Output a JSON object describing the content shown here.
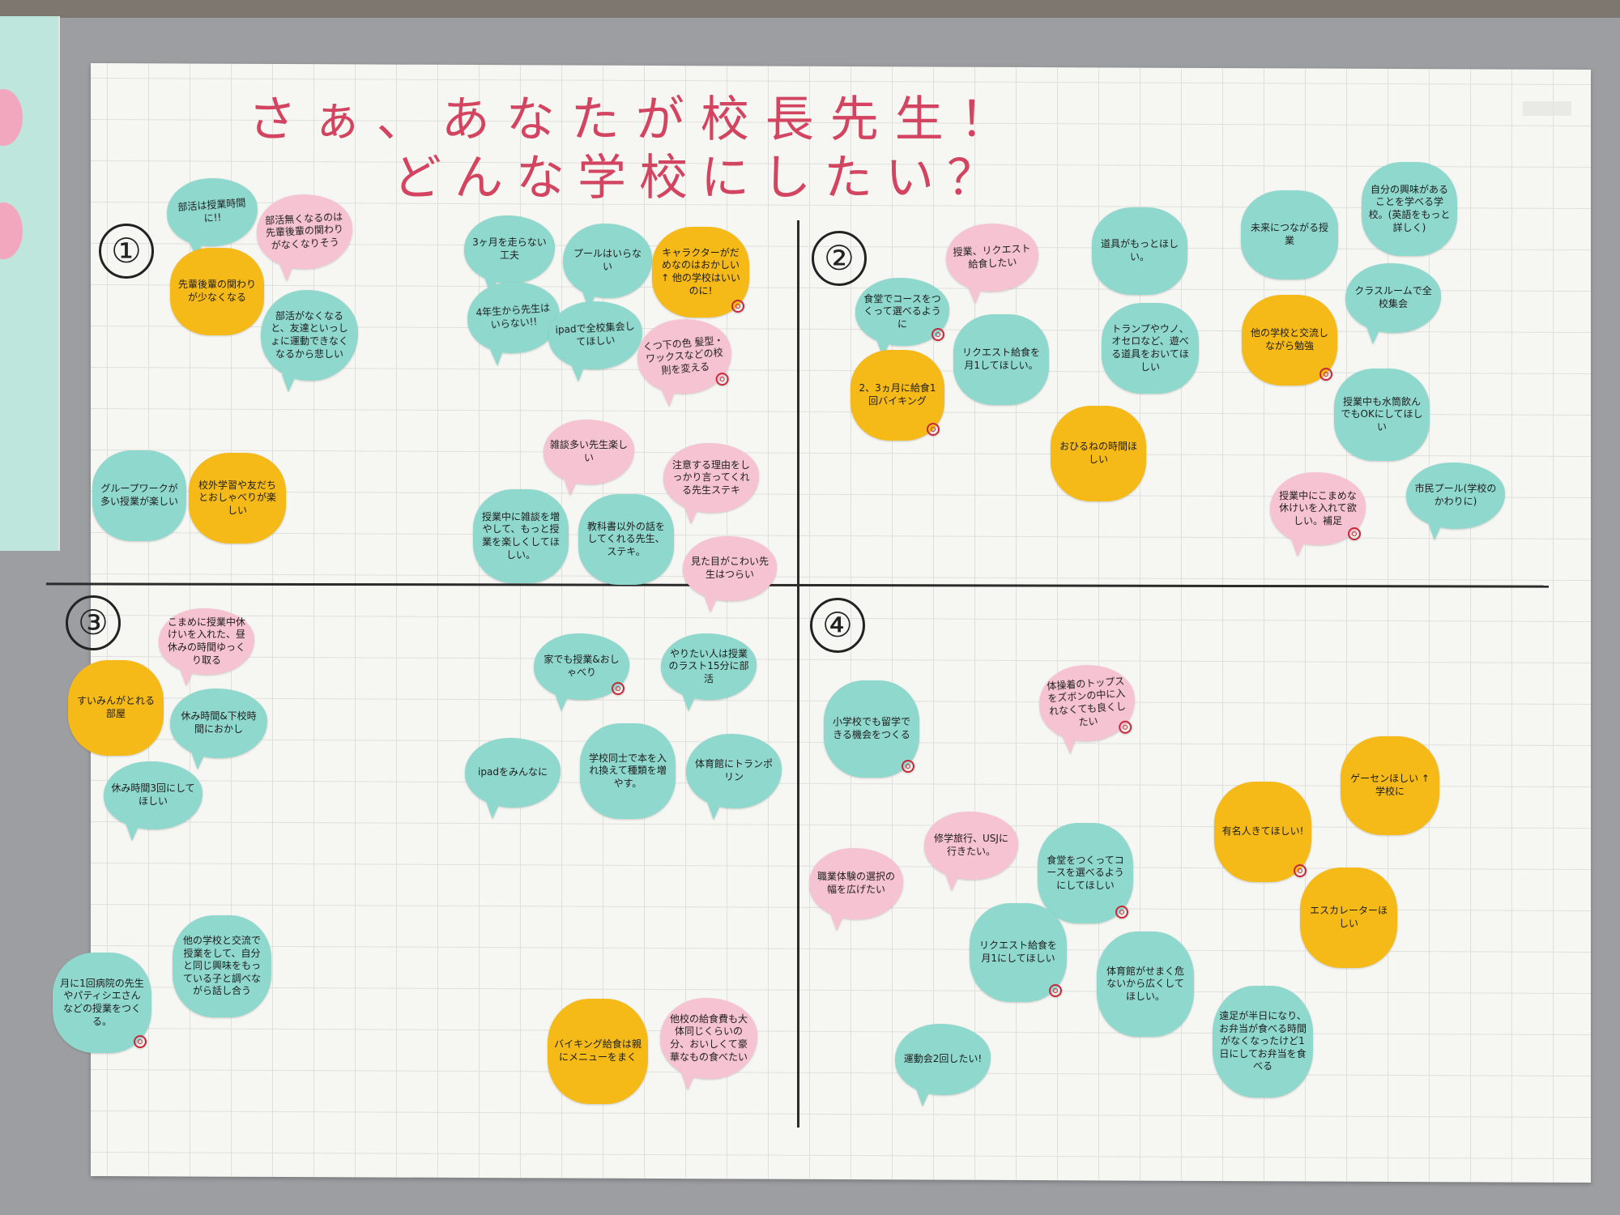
{
  "title": {
    "line1": "さぁ、あなたが校長先生！",
    "line2": "どんな学校にしたい？"
  },
  "quadrants": [
    "①",
    "②",
    "③",
    "④"
  ],
  "colors": {
    "teal": "#8fd8cd",
    "yellow": "#f5b918",
    "pink": "#f6c3d2",
    "title": "#d2445f",
    "mark": "#c8283a"
  },
  "notes": [
    {
      "text": "部活は授業時間に!!",
      "color": "#8fd8cd",
      "marked": false
    },
    {
      "text": "部活無くなるのは先輩後輩の関わりがなくなりそう",
      "color": "#f6c3d2",
      "marked": false
    },
    {
      "text": "先輩後輩の関わりが少なくなる",
      "color": "#f5b918",
      "marked": false
    },
    {
      "text": "部活がなくなると、友達といっしょに運動できなくなるから悲しい",
      "color": "#8fd8cd",
      "marked": false
    },
    {
      "text": "3ヶ月を走らない工夫",
      "color": "#8fd8cd",
      "marked": false
    },
    {
      "text": "4年生から先生はいらない!!",
      "color": "#8fd8cd",
      "marked": false
    },
    {
      "text": "プールはいらない",
      "color": "#8fd8cd",
      "marked": false
    },
    {
      "text": "ipadで全校集会してほしい",
      "color": "#8fd8cd",
      "marked": false
    },
    {
      "text": "キャラクターがだめなのはおかしい ↑ 他の学校はいいのに!",
      "color": "#f5b918",
      "marked": true
    },
    {
      "text": "くつ下の色 髪型・ワックスなどの校則を変える",
      "color": "#f6c3d2",
      "marked": true
    },
    {
      "text": "グループワークが多い授業が楽しい",
      "color": "#8fd8cd",
      "marked": false
    },
    {
      "text": "校外学習や友だちとおしゃべりが楽しい",
      "color": "#f5b918",
      "marked": false
    },
    {
      "text": "雑談多い先生楽しい",
      "color": "#f6c3d2",
      "marked": false
    },
    {
      "text": "注意する理由をしっかり言ってくれる先生ステキ",
      "color": "#f6c3d2",
      "marked": false
    },
    {
      "text": "授業中に雑談を増やして、もっと授業を楽しくしてほしい。",
      "color": "#8fd8cd",
      "marked": false
    },
    {
      "text": "教科書以外の話をしてくれる先生、ステキ。",
      "color": "#8fd8cd",
      "marked": false
    },
    {
      "text": "見た目がこわい先生はつらい",
      "color": "#f6c3d2",
      "marked": false
    },
    {
      "text": "授業、リクエスト給食したい",
      "color": "#f6c3d2",
      "marked": false
    },
    {
      "text": "食堂でコースをつくって選べるように",
      "color": "#8fd8cd",
      "marked": true
    },
    {
      "text": "リクエスト給食を月1してほしい。",
      "color": "#8fd8cd",
      "marked": false
    },
    {
      "text": "2、3ヵ月に給食1回バイキング",
      "color": "#f5b918",
      "marked": true
    },
    {
      "text": "道具がもっとほしい。",
      "color": "#8fd8cd",
      "marked": false
    },
    {
      "text": "トランプやウノ、オセロなど、遊べる道具をおいてほしい",
      "color": "#8fd8cd",
      "marked": false
    },
    {
      "text": "おひるねの時間ほしい",
      "color": "#f5b918",
      "marked": false
    },
    {
      "text": "未来につながる授業",
      "color": "#8fd8cd",
      "marked": false
    },
    {
      "text": "自分の興味があることを学べる学校。(英語をもっと詳しく)",
      "color": "#8fd8cd",
      "marked": false
    },
    {
      "text": "クラスルームで全校集会",
      "color": "#8fd8cd",
      "marked": false
    },
    {
      "text": "他の学校と交流しながら勉強",
      "color": "#f5b918",
      "marked": true
    },
    {
      "text": "授業中も水筒飲んでもOKにしてほしい",
      "color": "#8fd8cd",
      "marked": false
    },
    {
      "text": "授業中にこまめな休けいを入れて欲しい。補足",
      "color": "#f6c3d2",
      "marked": true
    },
    {
      "text": "市民プール(学校のかわりに)",
      "color": "#8fd8cd",
      "marked": false
    },
    {
      "text": "こまめに授業中休けいを入れた、昼休みの時間ゆっくり取る",
      "color": "#f6c3d2",
      "marked": false
    },
    {
      "text": "すいみんがとれる部屋",
      "color": "#f5b918",
      "marked": false
    },
    {
      "text": "休み時間&下校時間におかし",
      "color": "#8fd8cd",
      "marked": false
    },
    {
      "text": "休み時間3回にしてほしい",
      "color": "#8fd8cd",
      "marked": false
    },
    {
      "text": "家でも授業&おしゃべり",
      "color": "#8fd8cd",
      "marked": true
    },
    {
      "text": "やりたい人は授業のラスト15分に部活",
      "color": "#8fd8cd",
      "marked": false
    },
    {
      "text": "ipadをみんなに",
      "color": "#8fd8cd",
      "marked": false
    },
    {
      "text": "学校同士で本を入れ換えて種類を増やす。",
      "color": "#8fd8cd",
      "marked": false
    },
    {
      "text": "体育館にトランポリン",
      "color": "#8fd8cd",
      "marked": false
    },
    {
      "text": "月に1回病院の先生やパティシエさんなどの授業をつくる。",
      "color": "#8fd8cd",
      "marked": true
    },
    {
      "text": "他の学校と交流で授業をして、自分と同じ興味をもっている子と調べながら話し合う",
      "color": "#8fd8cd",
      "marked": false
    },
    {
      "text": "バイキング給食は親にメニューをまく",
      "color": "#f5b918",
      "marked": false
    },
    {
      "text": "他校の給食費も大体同じくらいの分、おいしくて豪華なもの食べたい",
      "color": "#f6c3d2",
      "marked": false
    },
    {
      "text": "小学校でも留学できる機会をつくる",
      "color": "#8fd8cd",
      "marked": true
    },
    {
      "text": "体操着のトップスをズボンの中に入れなくても良くしたい",
      "color": "#f6c3d2",
      "marked": true
    },
    {
      "text": "修学旅行、USJに行きたい。",
      "color": "#f6c3d2",
      "marked": false
    },
    {
      "text": "職業体験の選択の幅を広げたい",
      "color": "#f6c3d2",
      "marked": false
    },
    {
      "text": "食堂をつくってコースを選べるようにしてほしい",
      "color": "#8fd8cd",
      "marked": true
    },
    {
      "text": "有名人きてほしい!",
      "color": "#f5b918",
      "marked": true
    },
    {
      "text": "ゲーセンほしい ↑ 学校に",
      "color": "#f5b918",
      "marked": false
    },
    {
      "text": "エスカレーターほしい",
      "color": "#f5b918",
      "marked": false
    },
    {
      "text": "リクエスト給食を月1にしてほしい",
      "color": "#8fd8cd",
      "marked": true
    },
    {
      "text": "体育館がせまく危ないから広くしてほしい。",
      "color": "#8fd8cd",
      "marked": false
    },
    {
      "text": "運動会2回したい!",
      "color": "#8fd8cd",
      "marked": false
    },
    {
      "text": "遠足が半日になり、お弁当が食べる時間がなくなったけど1日にしてお弁当を食べる",
      "color": "#8fd8cd",
      "marked": false
    }
  ]
}
